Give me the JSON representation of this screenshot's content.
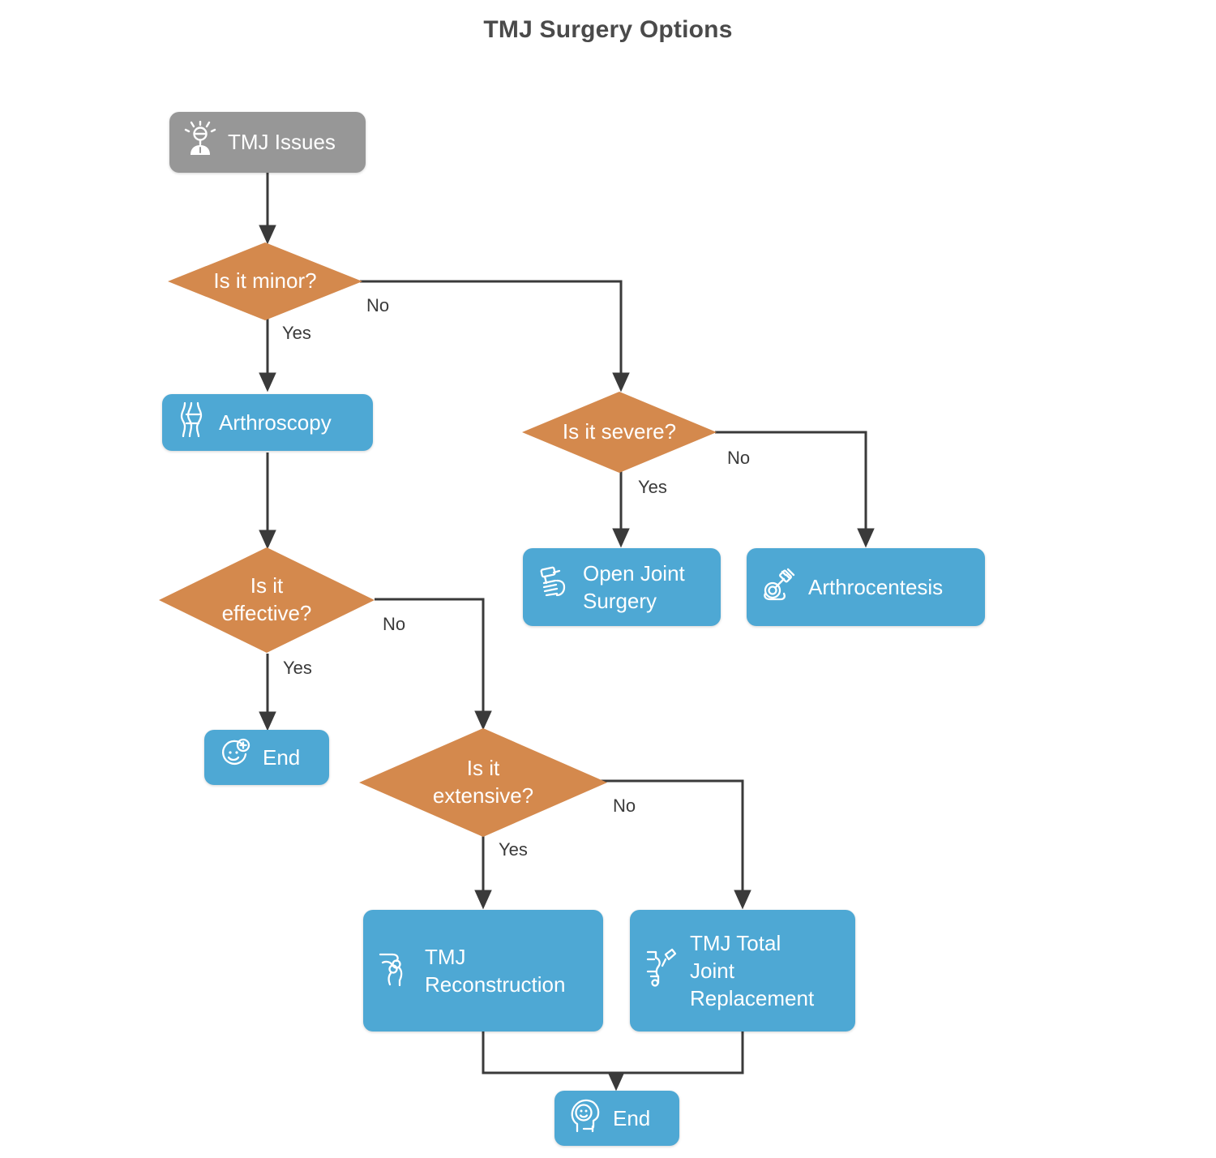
{
  "title": "TMJ Surgery Options",
  "colors": {
    "background": "#ffffff",
    "title": "#4a4a4a",
    "start_node": "#979797",
    "decision_node": "#d4894d",
    "process_node": "#4ea8d4",
    "node_text": "#ffffff",
    "edge": "#3a3a3a",
    "edge_label": "#3a3a3a"
  },
  "chart_data": {
    "type": "diagram",
    "diagram_type": "flowchart",
    "title": "TMJ Surgery Options",
    "orientation": "top-down",
    "nodes": [
      {
        "id": "start",
        "label": "TMJ Issues",
        "shape": "rounded-rect",
        "kind": "start",
        "color": "#979797",
        "icon": "head-pain-icon"
      },
      {
        "id": "minor",
        "label": "Is it minor?",
        "shape": "diamond",
        "kind": "decision",
        "color": "#d4894d",
        "icon": ""
      },
      {
        "id": "arthroscopy",
        "label": "Arthroscopy",
        "shape": "rounded-rect",
        "kind": "process",
        "color": "#4ea8d4",
        "icon": "joint-icon"
      },
      {
        "id": "severe",
        "label": "Is it severe?",
        "shape": "diamond",
        "kind": "decision",
        "color": "#d4894d",
        "icon": ""
      },
      {
        "id": "open_joint",
        "label": "Open Joint\nSurgery",
        "shape": "rounded-rect",
        "kind": "process",
        "color": "#4ea8d4",
        "icon": "surgical-drill-icon"
      },
      {
        "id": "arthrocentesis",
        "label": "Arthrocentesis",
        "shape": "rounded-rect",
        "kind": "process",
        "color": "#4ea8d4",
        "icon": "syringe-joint-icon"
      },
      {
        "id": "effective",
        "label": "Is it\neffective?",
        "shape": "diamond",
        "kind": "decision",
        "color": "#d4894d",
        "icon": ""
      },
      {
        "id": "end1",
        "label": "End",
        "shape": "rounded-rect",
        "kind": "end",
        "color": "#4ea8d4",
        "icon": "smiley-plus-icon"
      },
      {
        "id": "extensive",
        "label": "Is it\nextensive?",
        "shape": "diamond",
        "kind": "decision",
        "color": "#d4894d",
        "icon": ""
      },
      {
        "id": "reconstruction",
        "label": "TMJ\nReconstruction",
        "shape": "rounded-rect",
        "kind": "process",
        "color": "#4ea8d4",
        "icon": "jaw-reconstruction-icon"
      },
      {
        "id": "replacement",
        "label": "TMJ Total\nJoint\nReplacement",
        "shape": "rounded-rect",
        "kind": "process",
        "color": "#4ea8d4",
        "icon": "joint-implant-icon"
      },
      {
        "id": "end2",
        "label": "End",
        "shape": "rounded-rect",
        "kind": "end",
        "color": "#4ea8d4",
        "icon": "head-smiley-icon"
      }
    ],
    "edges": [
      {
        "from": "start",
        "to": "minor",
        "label": ""
      },
      {
        "from": "minor",
        "to": "arthroscopy",
        "label": "Yes"
      },
      {
        "from": "minor",
        "to": "severe",
        "label": "No"
      },
      {
        "from": "severe",
        "to": "open_joint",
        "label": "Yes"
      },
      {
        "from": "severe",
        "to": "arthrocentesis",
        "label": "No"
      },
      {
        "from": "arthroscopy",
        "to": "effective",
        "label": ""
      },
      {
        "from": "effective",
        "to": "end1",
        "label": "Yes"
      },
      {
        "from": "effective",
        "to": "extensive",
        "label": "No"
      },
      {
        "from": "extensive",
        "to": "reconstruction",
        "label": "Yes"
      },
      {
        "from": "extensive",
        "to": "replacement",
        "label": "No"
      },
      {
        "from": "reconstruction",
        "to": "end2",
        "label": ""
      },
      {
        "from": "replacement",
        "to": "end2",
        "label": ""
      }
    ]
  },
  "nodes": {
    "start": {
      "label": "TMJ Issues"
    },
    "minor": {
      "label": "Is it minor?"
    },
    "arthroscopy": {
      "label": "Arthroscopy"
    },
    "severe": {
      "label": "Is it severe?"
    },
    "open_joint": {
      "label": "Open Joint\nSurgery"
    },
    "arthrocentesis": {
      "label": "Arthrocentesis"
    },
    "effective": {
      "label": "Is it\neffective?"
    },
    "end1": {
      "label": "End"
    },
    "extensive": {
      "label": "Is it\nextensive?"
    },
    "reconstruction": {
      "label": "TMJ\nReconstruction"
    },
    "replacement": {
      "label": "TMJ Total\nJoint\nReplacement"
    },
    "end2": {
      "label": "End"
    }
  },
  "edge_labels": {
    "minor_yes": "Yes",
    "minor_no": "No",
    "severe_yes": "Yes",
    "severe_no": "No",
    "effective_yes": "Yes",
    "effective_no": "No",
    "extensive_yes": "Yes",
    "extensive_no": "No"
  }
}
